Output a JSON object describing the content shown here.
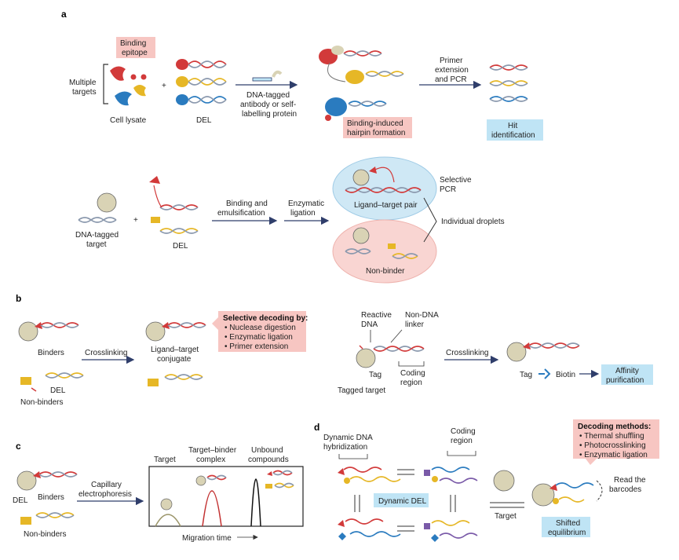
{
  "colors": {
    "red": "#d23a3a",
    "yellow": "#e6b726",
    "blue": "#2a7bbf",
    "purple": "#7a5aa8",
    "grey_dna": "#8a98ad",
    "pink_box": "#f7c6c2",
    "blue_box": "#bfe4f5",
    "arrow": "#2f3e6b",
    "target": "#d9d3b5",
    "pink_bubble": "#f9d5d2",
    "blue_bubble": "#cfe8f5"
  },
  "panel_a": {
    "label": "a",
    "binding_epitope": [
      "Binding",
      "epitope"
    ],
    "multiple_targets": [
      "Multiple",
      "targets"
    ],
    "cell_lysate": "Cell lysate",
    "del": "DEL",
    "tagged_antibody": [
      "DNA-tagged",
      "antibody or self-",
      "labelling protein"
    ],
    "primer_pcr": [
      "Primer",
      "extension",
      "and PCR"
    ],
    "hairpin": [
      "Binding-induced",
      "hairpin formation"
    ],
    "hit": [
      "Hit",
      "identification"
    ],
    "dna_tagged_target": [
      "DNA-tagged",
      "target"
    ],
    "del2": "DEL",
    "binding_emulsification": [
      "Binding and",
      "emulsification"
    ],
    "enzymatic_ligation": [
      "Enzymatic",
      "ligation"
    ],
    "ligand_target_pair": "Ligand–target pair",
    "selective_pcr": [
      "Selective",
      "PCR"
    ],
    "individual_droplets": "Individual droplets",
    "non_binder": "Non-binder"
  },
  "panel_b": {
    "label": "b",
    "binders": "Binders",
    "del": "DEL",
    "non_binders": "Non-binders",
    "crosslinking": "Crosslinking",
    "ligand_target_conjugate": [
      "Ligand–target",
      "conjugate"
    ],
    "selective_decoding_title": "Selective decoding by:",
    "selective_decoding_items": [
      "Nuclease digestion",
      "Enzymatic ligation",
      "Primer extension"
    ],
    "reactive_dna": [
      "Reactive",
      "DNA"
    ],
    "non_dna_linker": [
      "Non-DNA",
      "linker"
    ],
    "tag": "Tag",
    "coding_region": [
      "Coding",
      "region"
    ],
    "tagged_target": "Tagged target",
    "crosslinking2": "Crosslinking",
    "tag2": "Tag",
    "biotin": "Biotin",
    "affinity_purification": [
      "Affinity",
      "purification"
    ]
  },
  "panel_c": {
    "label": "c",
    "del": "DEL",
    "binders": "Binders",
    "non_binders": "Non-binders",
    "capillary": [
      "Capillary",
      "electrophoresis"
    ],
    "target": "Target",
    "target_binder_complex": [
      "Target–binder",
      "complex"
    ],
    "unbound_compounds": [
      "Unbound",
      "compounds"
    ],
    "migration_time": "Migration time"
  },
  "panel_d": {
    "label": "d",
    "dynamic_dna_hybridization": [
      "Dynamic DNA",
      "hybridization"
    ],
    "coding_region": [
      "Coding",
      "region"
    ],
    "dynamic_del": "Dynamic DEL",
    "target": "Target",
    "shifted_equilibrium": [
      "Shifted",
      "equilibrium"
    ],
    "decoding_methods_title": "Decoding methods:",
    "decoding_methods_items": [
      "Thermal shuffling",
      "Photocrosslinking",
      "Enzymatic ligation"
    ],
    "read_barcodes": [
      "Read the",
      "barcodes"
    ]
  }
}
